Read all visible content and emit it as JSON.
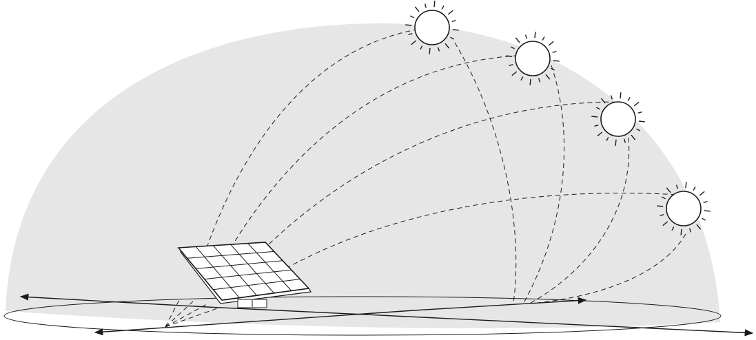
{
  "diagram": {
    "subject": "solar-panel-tracking-sun-path",
    "sun_positions": [
      {
        "id": "sun-1",
        "label": ""
      },
      {
        "id": "sun-2",
        "label": ""
      },
      {
        "id": "sun-3",
        "label": ""
      },
      {
        "id": "sun-4",
        "label": ""
      }
    ],
    "panel_grid": {
      "rows": 5,
      "cols": 5
    },
    "colors": {
      "dome_fill": "#e6e6e7",
      "stroke": "#1a1a1a",
      "sun_fill": "#ffffff",
      "background": "#ffffff"
    }
  }
}
